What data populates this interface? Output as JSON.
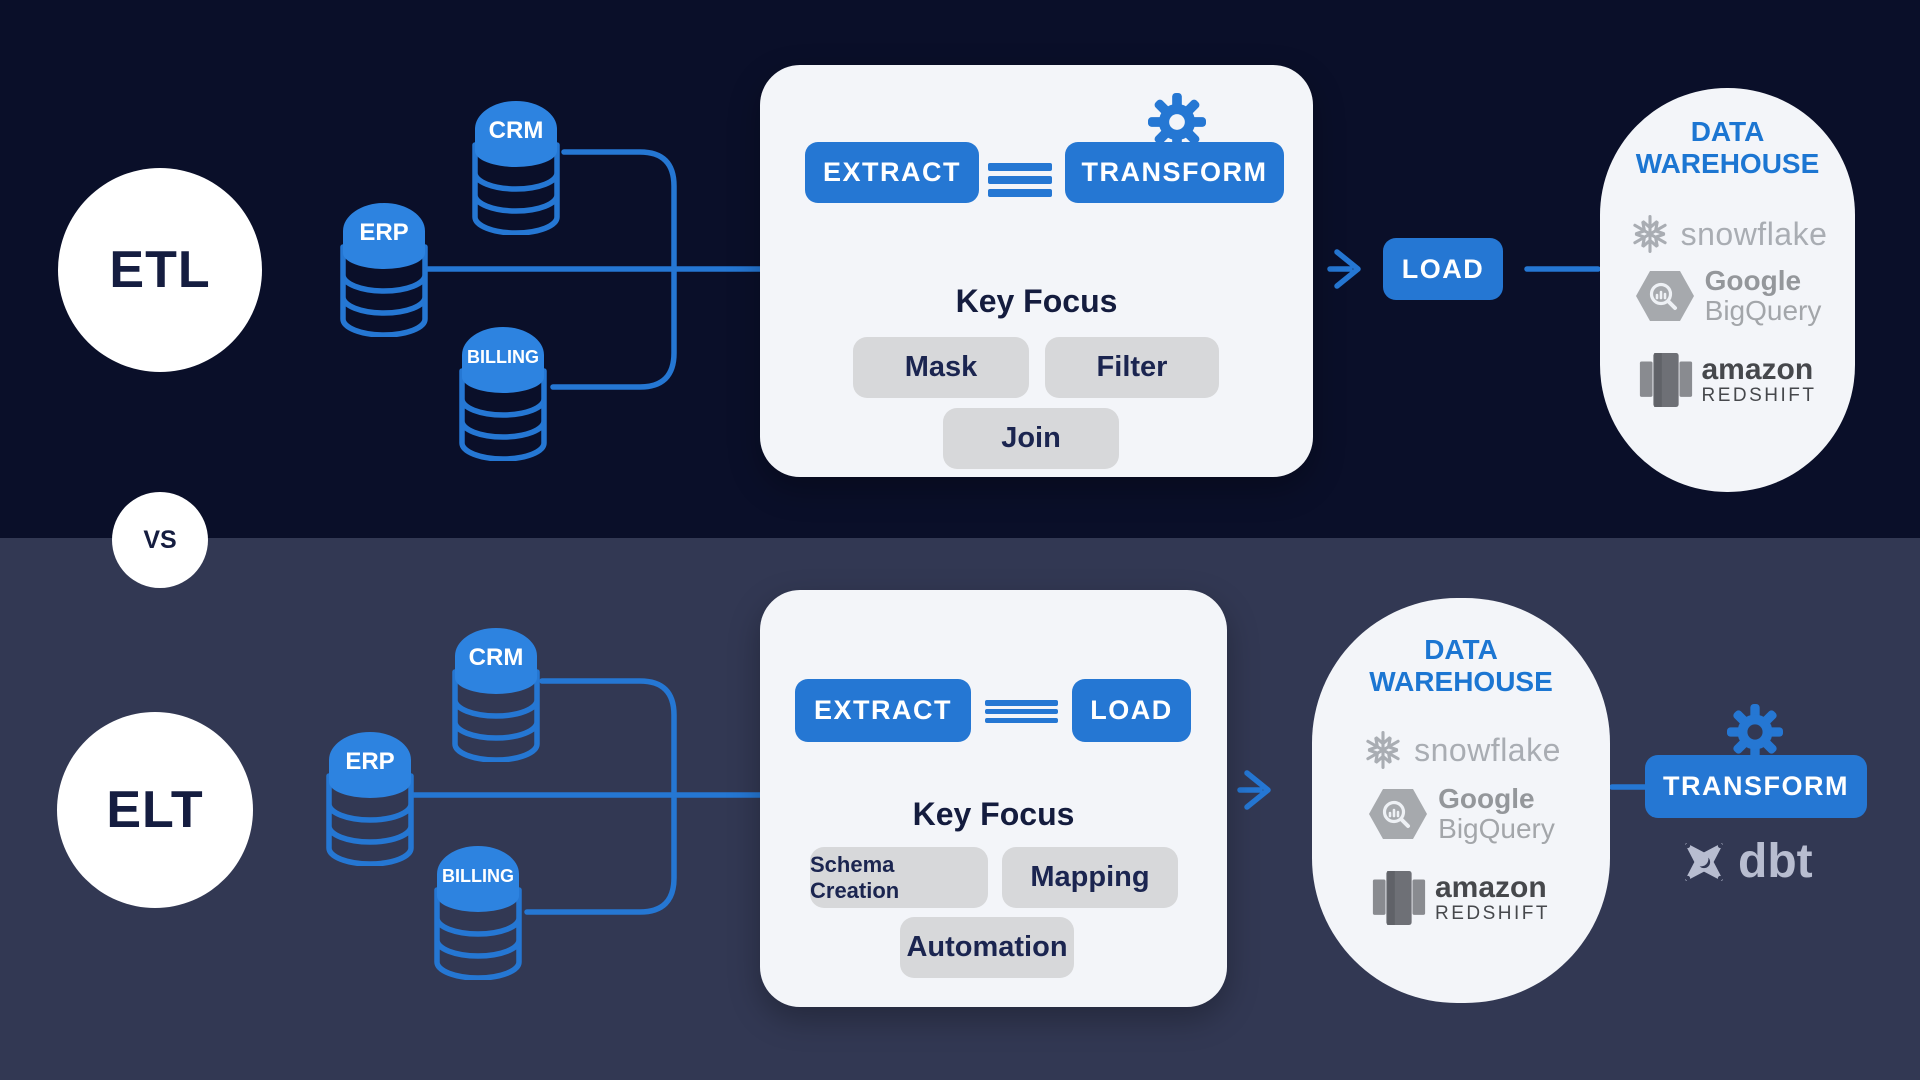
{
  "colors": {
    "accent_blue": "#2577d3",
    "bg_top": "#0a0f29",
    "bg_bottom": "#323853",
    "card_bg": "#f3f5f9",
    "chip_bg": "#d7d8da"
  },
  "vs": "VS",
  "etl": {
    "label": "ETL",
    "sources": [
      "CRM",
      "ERP",
      "BILLING"
    ],
    "steps": {
      "extract": "EXTRACT",
      "transform": "TRANSFORM",
      "load": "LOAD"
    },
    "key_focus": {
      "title": "Key Focus",
      "chips": [
        "Mask",
        "Filter",
        "Join"
      ]
    },
    "warehouse": {
      "title": [
        "DATA",
        "WAREHOUSE"
      ],
      "vendors": {
        "snowflake": "snowflake",
        "bigquery": [
          "Google",
          "BigQuery"
        ],
        "redshift": [
          "amazon",
          "REDSHIFT"
        ]
      }
    }
  },
  "elt": {
    "label": "ELT",
    "sources": [
      "CRM",
      "ERP",
      "BILLING"
    ],
    "steps": {
      "extract": "EXTRACT",
      "load": "LOAD",
      "transform": "TRANSFORM"
    },
    "key_focus": {
      "title": "Key Focus",
      "chips": [
        "Schema Creation",
        "Mapping",
        "Automation"
      ]
    },
    "warehouse": {
      "title": [
        "DATA",
        "WAREHOUSE"
      ],
      "vendors": {
        "snowflake": "snowflake",
        "bigquery": [
          "Google",
          "BigQuery"
        ],
        "redshift": [
          "amazon",
          "REDSHIFT"
        ]
      }
    },
    "dbt_label": "dbt"
  }
}
